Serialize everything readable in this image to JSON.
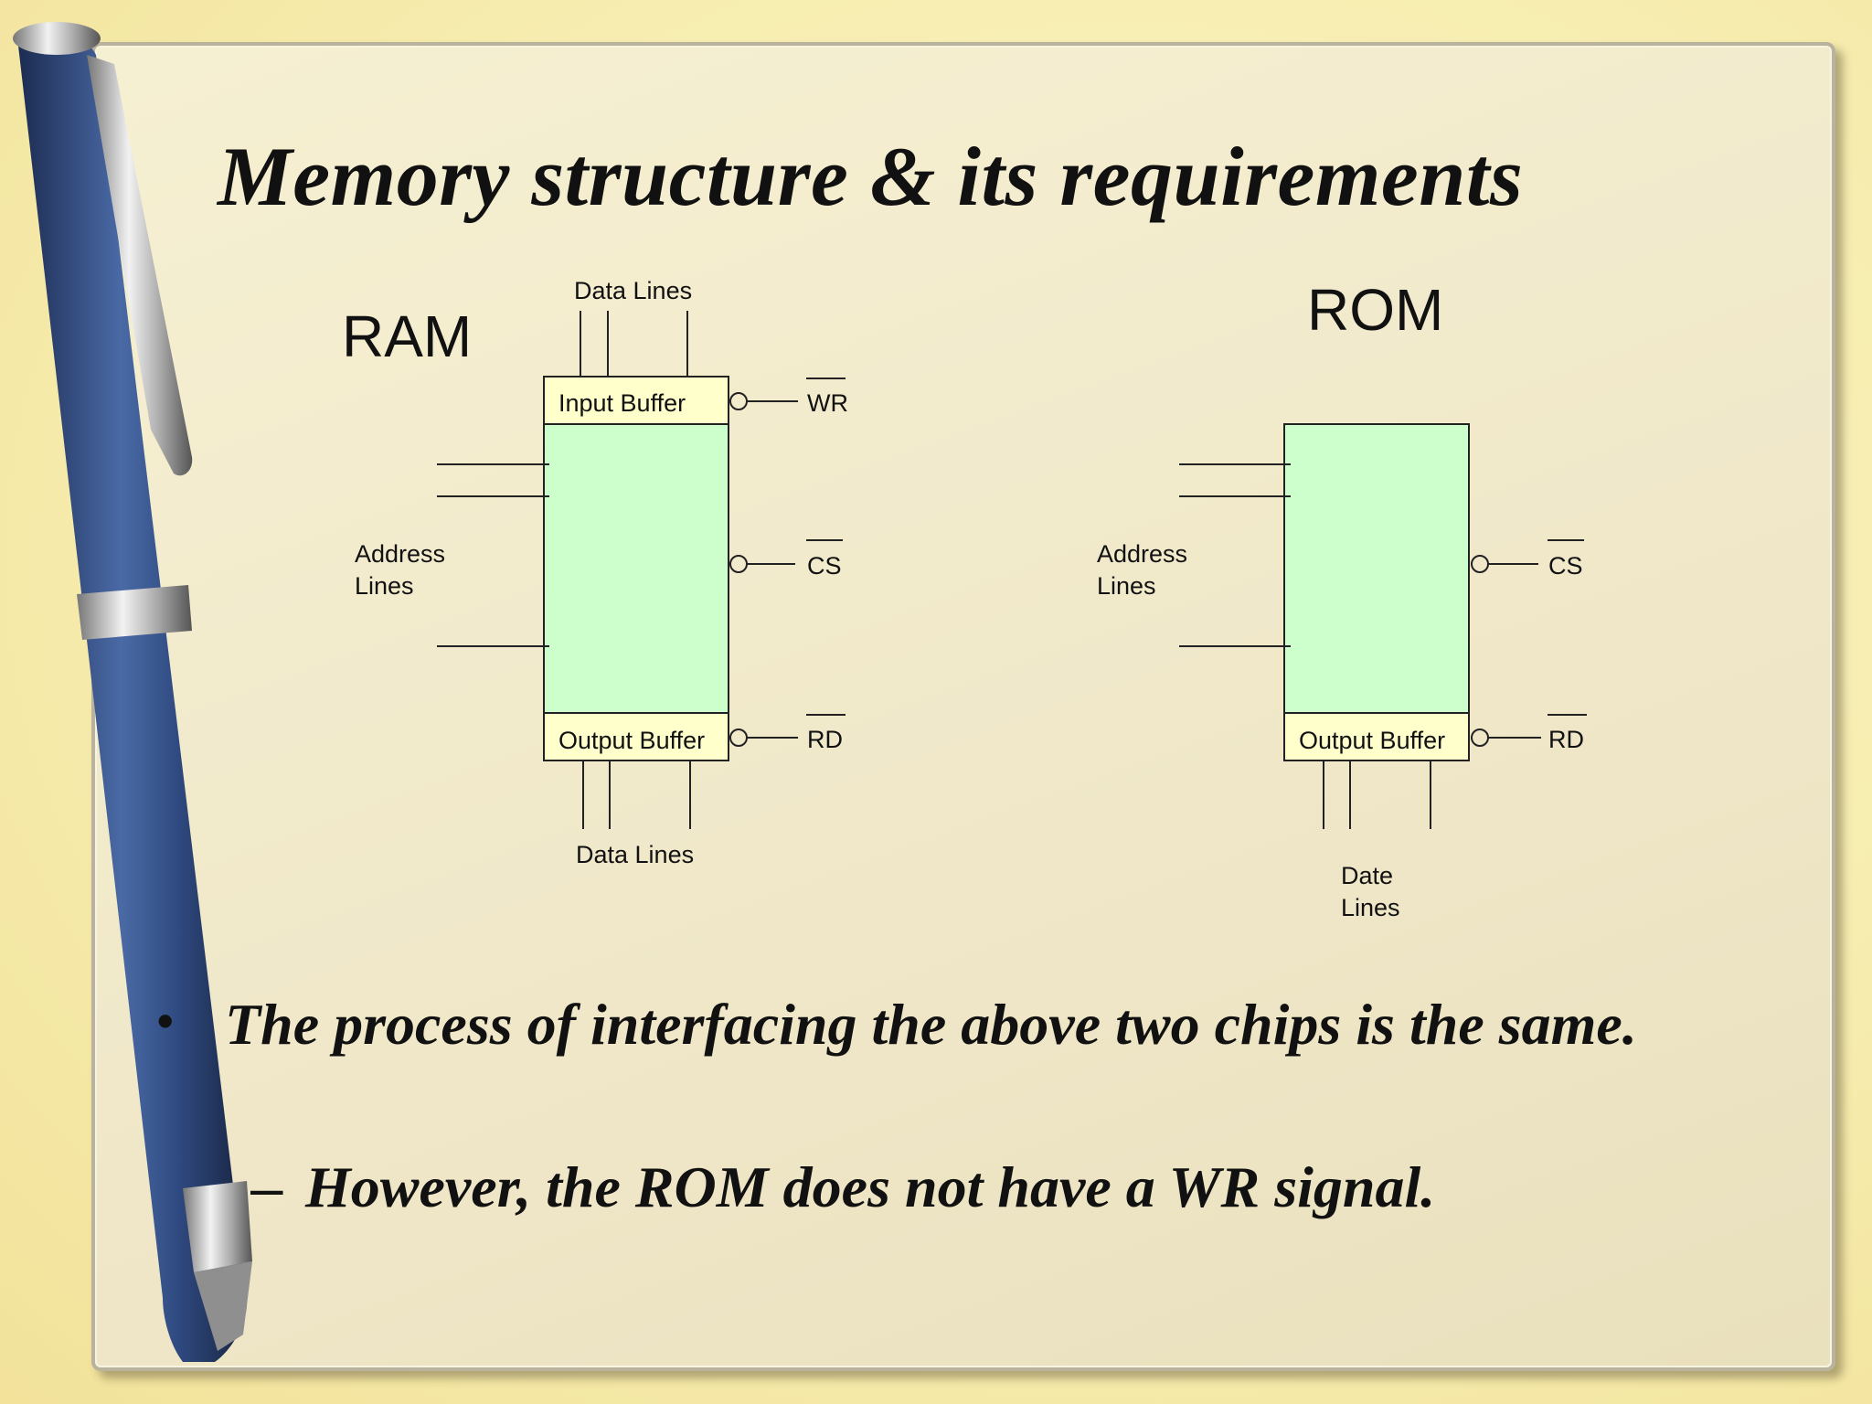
{
  "slide": {
    "title": "Memory structure & its requirements",
    "bullet_1": "The process of interfacing the above two chips is the same.",
    "bullet_2": "However, the ROM does not have a WR signal."
  },
  "ram": {
    "label": "RAM",
    "top_lines_label": "Data Lines",
    "input_buffer": "Input Buffer",
    "output_buffer": "Output Buffer",
    "address_label_1": "Address",
    "address_label_2": "Lines",
    "wr": "WR",
    "cs": "CS",
    "rd": "RD",
    "bottom_lines_label": "Data Lines"
  },
  "rom": {
    "label": "ROM",
    "output_buffer": "Output Buffer",
    "address_label_1": "Address",
    "address_label_2": "Lines",
    "cs": "CS",
    "rd": "RD",
    "bottom_label_1": "Date",
    "bottom_label_2": "Lines"
  },
  "colors": {
    "memory_fill": "#ccffcc",
    "buffer_fill": "#ffffcc",
    "pen_body": "#2d4272"
  }
}
